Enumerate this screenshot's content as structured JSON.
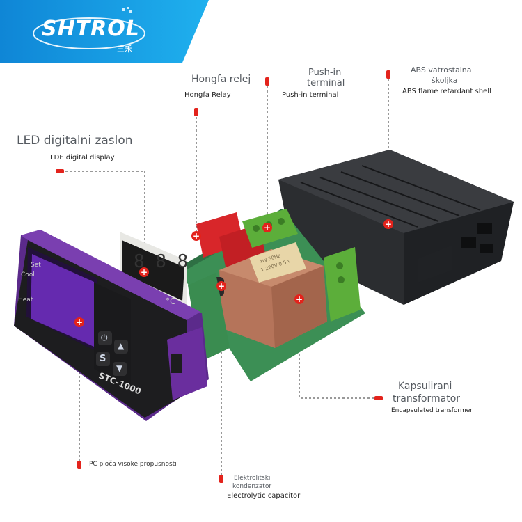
{
  "brand": {
    "name": "SHTROL",
    "sub": "三禾",
    "banner_color": "#1aa0e6"
  },
  "callouts": {
    "led_display": {
      "local": "LED digitalni zaslon",
      "en": "LDE digital display"
    },
    "relay": {
      "local": "Hongfa relej",
      "en": "Hongfa Relay"
    },
    "push_in": {
      "local_line1": "Push-in",
      "local_line2": "terminal",
      "en": "Push-in terminal"
    },
    "abs_shell": {
      "local_line1": "ABS vatrostalna",
      "local_line2": "školjka",
      "en": "ABS flame retardant shell"
    },
    "transformer": {
      "local_line1": "Kapsulirani",
      "local_line2": "transformator",
      "en": "Encapsulated transformer"
    },
    "pc_board": {
      "local": "PC ploča visoke propusnosti"
    },
    "capacitor": {
      "local_line1": "Elektrolitski",
      "local_line2": "kondenzator",
      "en": "Electrolytic capacitor"
    }
  },
  "device": {
    "model": "STC-1000",
    "label_set": "Set",
    "label_cool": "Cool",
    "label_heat": "Heat",
    "btn_power": "⏻",
    "btn_s": "S",
    "btn_up": "▲",
    "btn_down": "▼",
    "temp_unit": "°C"
  },
  "transformer_label": {
    "line1": "4W 50Hz",
    "line2": "1 220V 0.5A"
  },
  "marker_symbol": "+",
  "colors": {
    "accent_red": "#e3231c",
    "bezel_purple": "#6a2a9a",
    "pcb_green": "#3a8a50",
    "terminal_green": "#5cae3a",
    "transformer_brown": "#b5745a",
    "shell_dark": "#2a2c2f"
  }
}
